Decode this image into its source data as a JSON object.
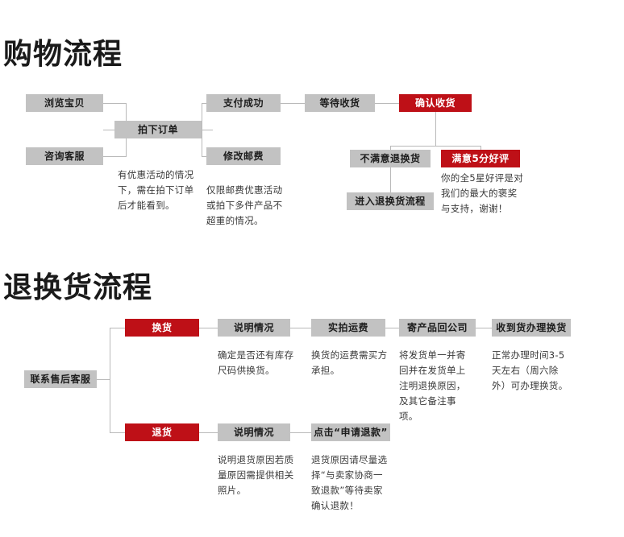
{
  "page": {
    "title_shopping": "购物流程",
    "title_return": "退换货流程"
  },
  "shopping_flow": {
    "heading": "购物流程",
    "nodes": [
      {
        "id": "browse",
        "label": "浏览宝贝",
        "style": "gray"
      },
      {
        "id": "consult",
        "label": "咨询客服",
        "style": "gray"
      },
      {
        "id": "place-order",
        "label": "拍下订单",
        "style": "gray"
      },
      {
        "id": "pay-success",
        "label": "支付成功",
        "style": "gray"
      },
      {
        "id": "modify-shipping",
        "label": "修改邮费",
        "style": "gray"
      },
      {
        "id": "await-delivery",
        "label": "等待收货",
        "style": "gray"
      },
      {
        "id": "confirm-receipt",
        "label": "确认收货",
        "style": "red"
      },
      {
        "id": "unsatisfied",
        "label": "不满意退换货",
        "style": "gray"
      },
      {
        "id": "enter-return",
        "label": "进入退换货流程",
        "style": "gray"
      },
      {
        "id": "five-star",
        "label": "满意5分好评",
        "style": "red"
      }
    ],
    "notes": [
      {
        "id": "note-place-order",
        "text": "有优惠活动的情况下，需在拍下订单后才能看到。"
      },
      {
        "id": "note-modify-shipping",
        "text": "仅限邮费优惠活动或拍下多件产品不超重的情况。"
      },
      {
        "id": "note-five-star",
        "text": "你的全5星好评是对我们的最大的褒奖与支持，谢谢！"
      }
    ]
  },
  "return_flow": {
    "heading": "退换货流程",
    "nodes": [
      {
        "id": "contact-service",
        "label": "联系售后客服",
        "style": "gray"
      },
      {
        "id": "exchange",
        "label": "换货",
        "style": "red"
      },
      {
        "id": "explain-exchange",
        "label": "说明情况",
        "style": "gray"
      },
      {
        "id": "real-shipping",
        "label": "实拍运费",
        "style": "gray"
      },
      {
        "id": "send-back",
        "label": "寄产品回公司",
        "style": "gray"
      },
      {
        "id": "receive-process",
        "label": "收到货办理换货",
        "style": "gray"
      },
      {
        "id": "refund",
        "label": "退货",
        "style": "red"
      },
      {
        "id": "explain-refund",
        "label": "说明情况",
        "style": "gray"
      },
      {
        "id": "click-refund",
        "label": "点击“申请退款”",
        "style": "gray"
      }
    ],
    "notes": [
      {
        "id": "note-explain-exchange",
        "text": "确定是否还有库存尺码供换货。"
      },
      {
        "id": "note-real-shipping",
        "text": "换货的运费需买方承担。"
      },
      {
        "id": "note-send-back",
        "text": "将发货单一并寄回并在发货单上注明退换原因，及其它备注事项。"
      },
      {
        "id": "note-receive-process",
        "text": "正常办理时间3-5天左右（周六除外）可办理换货。"
      },
      {
        "id": "note-explain-refund",
        "text": "说明退货原因若质量原因需提供相关照片。"
      },
      {
        "id": "note-click-refund",
        "text": "退货原因请尽量选择“与卖家协商一致退款”等待卖家确认退款！"
      }
    ]
  },
  "colors": {
    "red": "#be1017",
    "gray": "#c2c2c2",
    "line": "#b9b9b9",
    "text": "#231f20"
  }
}
